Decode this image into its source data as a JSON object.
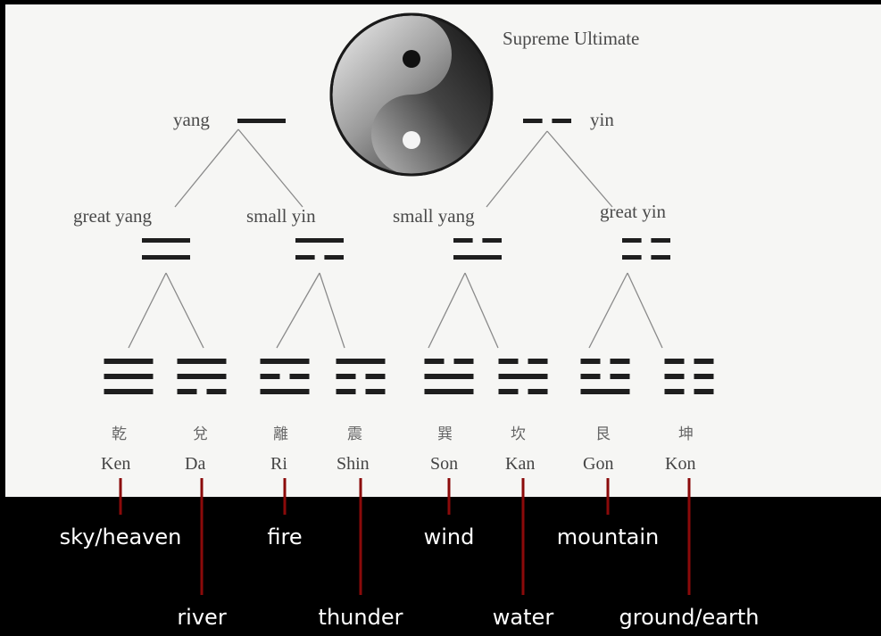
{
  "title": "Supreme Ultimate",
  "level1": [
    {
      "label": "yang",
      "lines": [
        "solid"
      ]
    },
    {
      "label": "yin",
      "lines": [
        "broken"
      ]
    }
  ],
  "level2": [
    {
      "label": "great yang",
      "lines": [
        "solid",
        "solid"
      ]
    },
    {
      "label": "small yin",
      "lines": [
        "broken",
        "solid"
      ]
    },
    {
      "label": "small yang",
      "lines": [
        "solid",
        "broken"
      ]
    },
    {
      "label": "great yin",
      "lines": [
        "broken",
        "broken"
      ]
    }
  ],
  "trigrams": [
    {
      "char": "乾",
      "name": "Ken",
      "meaning": "sky/heaven",
      "lines": [
        "solid",
        "solid",
        "solid"
      ]
    },
    {
      "char": "兌",
      "name": "Da",
      "meaning": "river",
      "lines": [
        "broken",
        "solid",
        "solid"
      ]
    },
    {
      "char": "離",
      "name": "Ri",
      "meaning": "fire",
      "lines": [
        "solid",
        "broken",
        "solid"
      ]
    },
    {
      "char": "震",
      "name": "Shin",
      "meaning": "thunder",
      "lines": [
        "broken",
        "broken",
        "solid"
      ]
    },
    {
      "char": "巽",
      "name": "Son",
      "meaning": "wind",
      "lines": [
        "solid",
        "solid",
        "broken"
      ]
    },
    {
      "char": "坎",
      "name": "Kan",
      "meaning": "water",
      "lines": [
        "broken",
        "solid",
        "broken"
      ]
    },
    {
      "char": "艮",
      "name": "Gon",
      "meaning": "mountain",
      "lines": [
        "solid",
        "broken",
        "broken"
      ]
    },
    {
      "char": "坤",
      "name": "Kon",
      "meaning": "ground/earth",
      "lines": [
        "broken",
        "broken",
        "broken"
      ]
    }
  ],
  "colors": {
    "panel": "#f6f6f4",
    "ink": "#1e1e1e",
    "label_text": "#4a4a4a",
    "connector": "#8b0a0a",
    "background": "#000000",
    "meaning_text": "#ffffff"
  },
  "icons": {
    "symbol": "yin-yang-icon"
  }
}
